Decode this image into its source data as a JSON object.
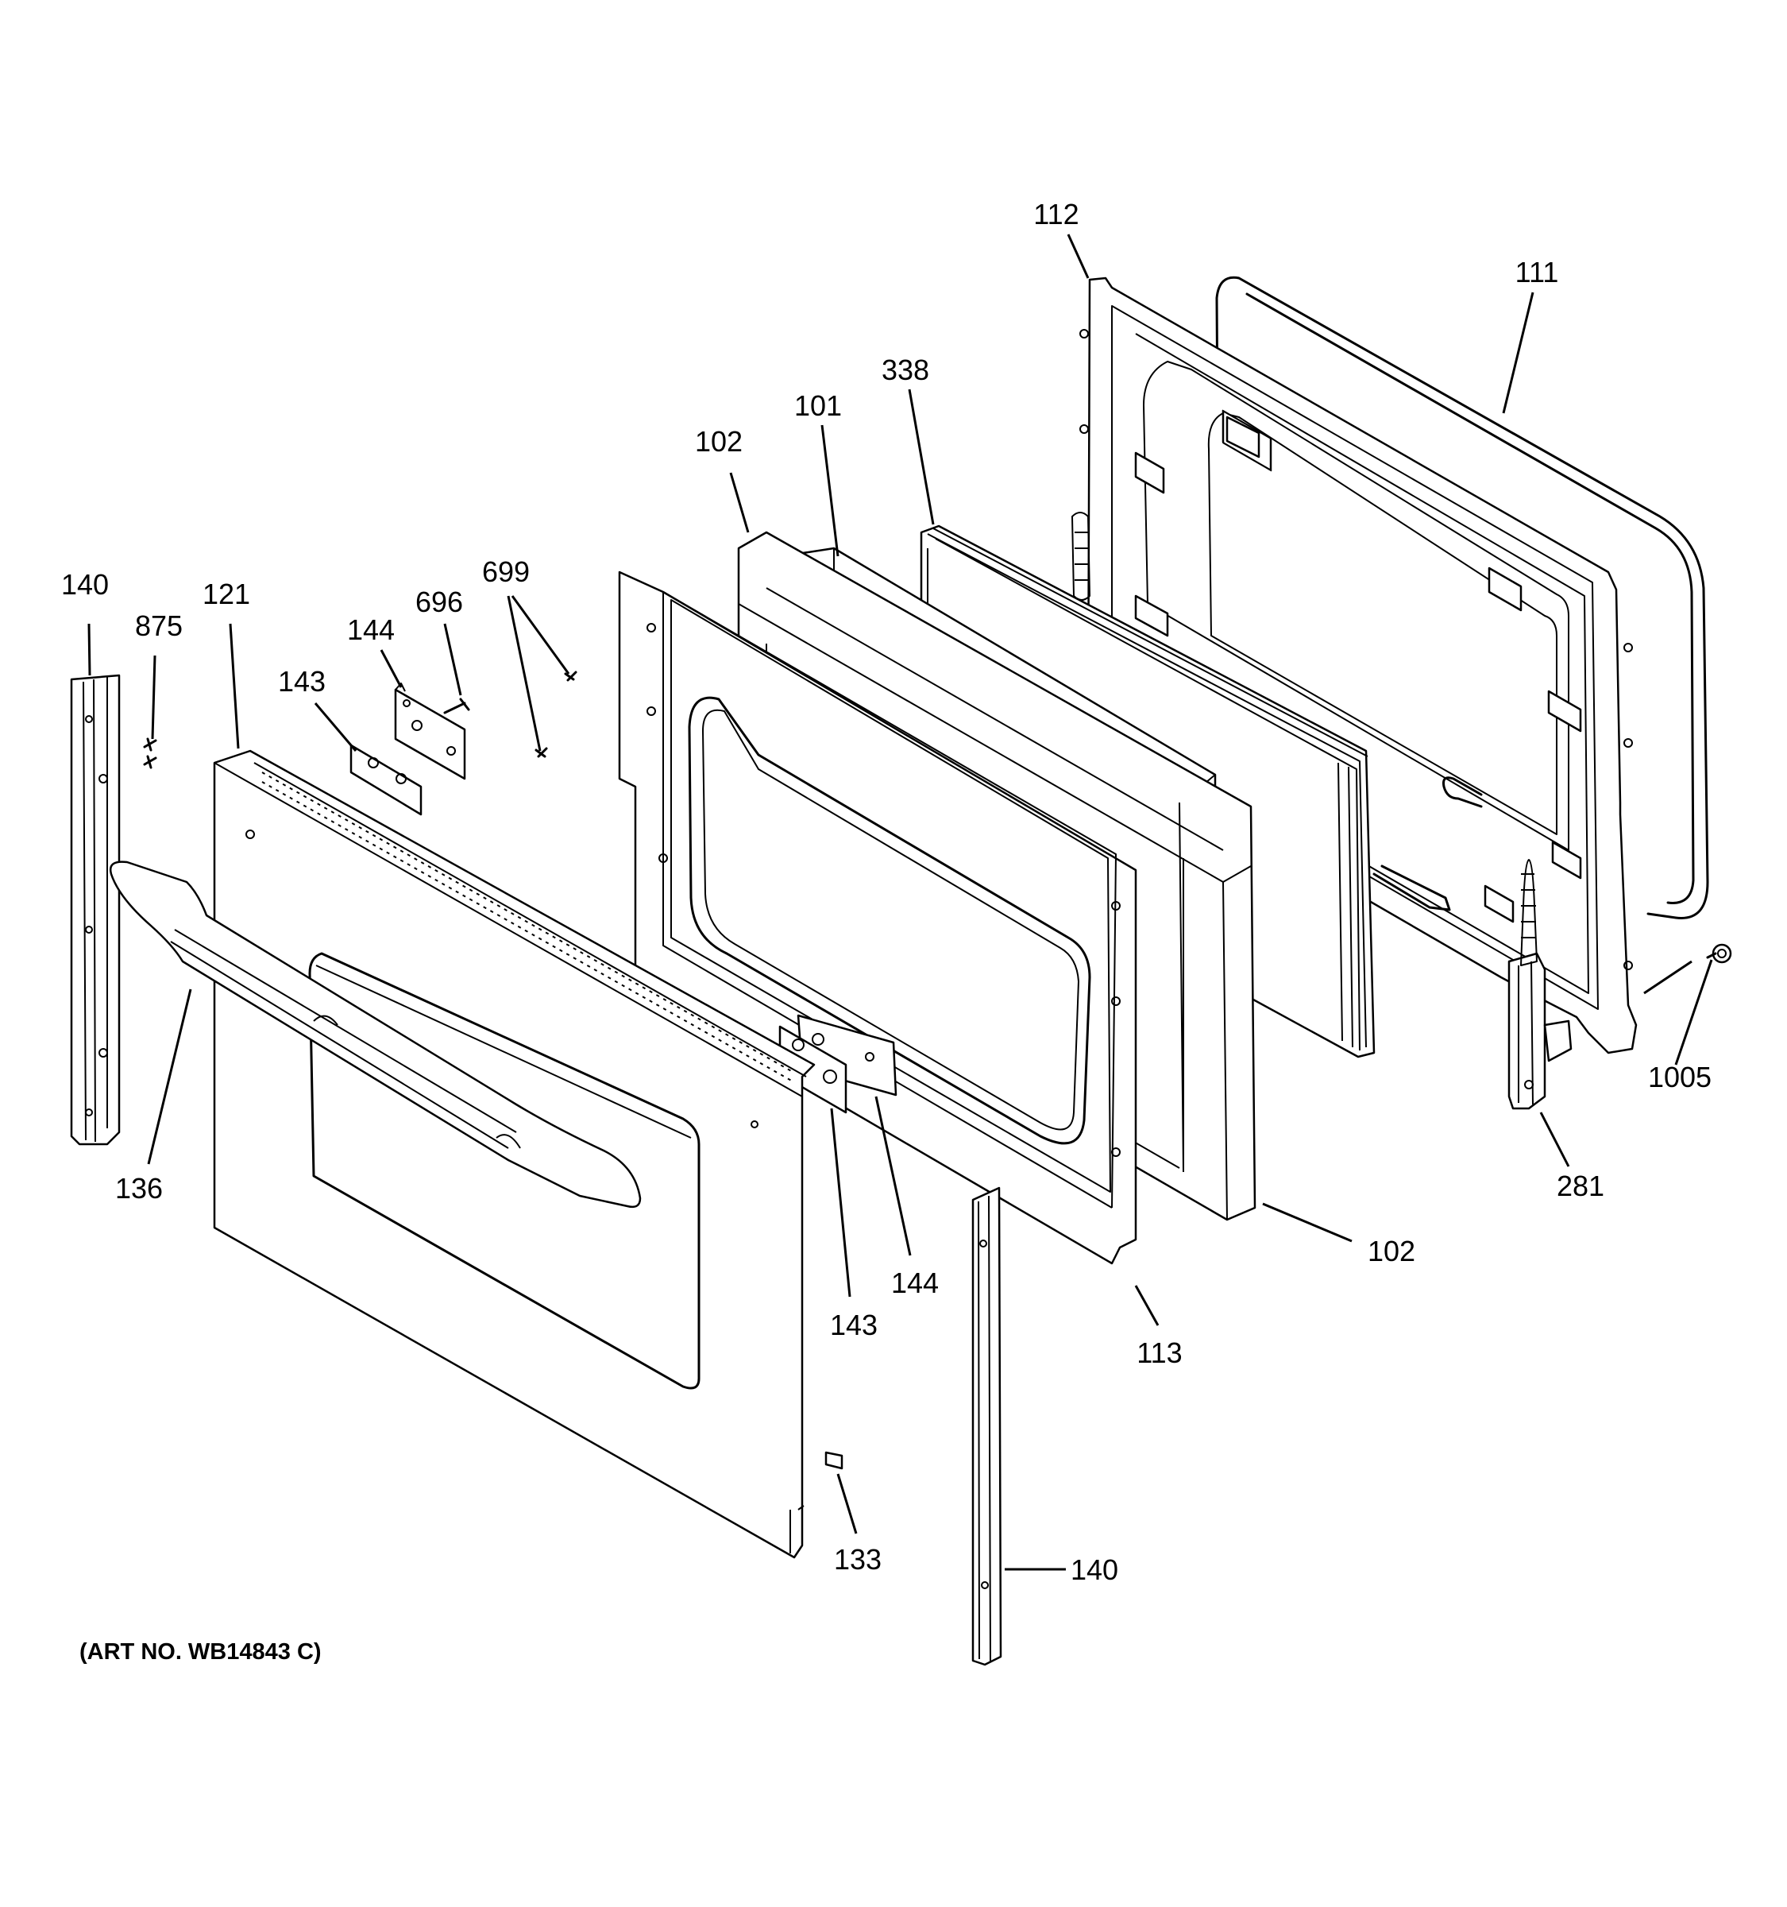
{
  "diagram": {
    "callouts": {
      "n112": "112",
      "n111": "111",
      "n338": "338",
      "n101": "101",
      "n102_top": "102",
      "n699": "699",
      "n696": "696",
      "n144_top": "144",
      "n143_top": "143",
      "n140_top": "140",
      "n875": "875",
      "n121": "121",
      "n136": "136",
      "n143_mid": "143",
      "n144_mid": "144",
      "n113": "113",
      "n102_bottom": "102",
      "n1005": "1005",
      "n281": "281",
      "n133": "133",
      "n140_bottom": "140"
    },
    "art_number": "(ART NO. WB14843 C)"
  }
}
